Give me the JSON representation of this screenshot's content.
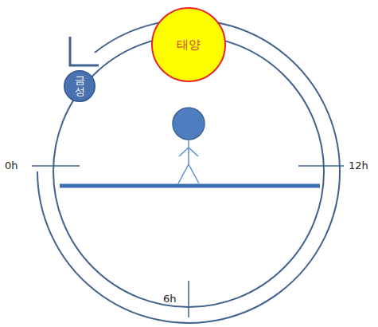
{
  "diagram": {
    "nodes": [
      {
        "text": [
          "태양"
        ]
      },
      {
        "text": [
          "금성"
        ]
      }
    ],
    "labels": [
      "0h",
      "12h",
      "6h"
    ]
  }
}
